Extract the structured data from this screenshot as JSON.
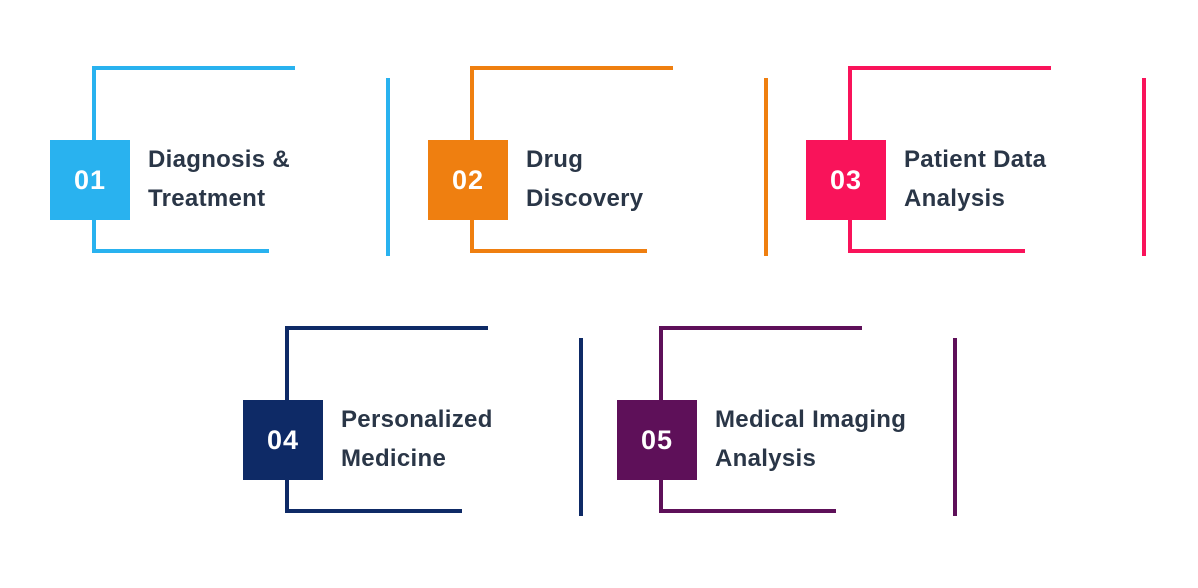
{
  "colors": {
    "background": "#ffffff",
    "text": "#2a3647"
  },
  "items": [
    {
      "number": "01",
      "label": "Diagnosis & Treatment",
      "lines": [
        "Diagnosis &",
        "Treatment"
      ],
      "color": "#29b2ef"
    },
    {
      "number": "02",
      "label": "Drug Discovery",
      "lines": [
        "Drug",
        "Discovery"
      ],
      "color": "#ef7f10"
    },
    {
      "number": "03",
      "label": "Patient Data Analysis",
      "lines": [
        "Patient Data",
        "Analysis"
      ],
      "color": "#f9135a"
    },
    {
      "number": "04",
      "label": "Personalized Medicine",
      "lines": [
        "Personalized",
        "Medicine"
      ],
      "color": "#0e2a66"
    },
    {
      "number": "05",
      "label": "Medical Imaging Analysis",
      "lines": [
        "Medical Imaging",
        "Analysis"
      ],
      "color": "#5e1059"
    }
  ]
}
